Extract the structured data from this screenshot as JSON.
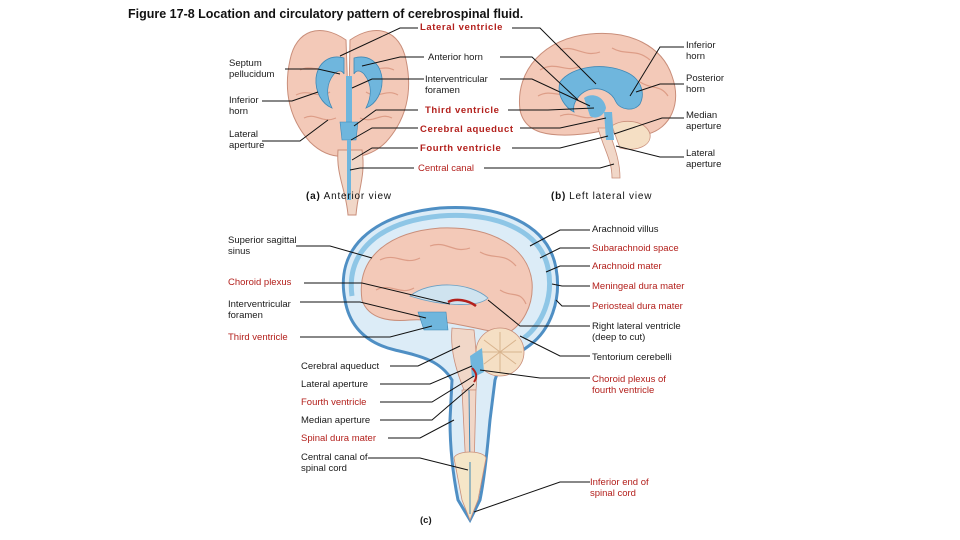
{
  "figure": {
    "title": "Figure 17-8  Location and circulatory pattern of cerebrospinal fluid."
  },
  "panel_a": {
    "letter": "(a)",
    "caption": "Anterior view",
    "labels": {
      "lateral_ventricle": "Lateral ventricle",
      "septum_pellucidum": "Septum pellucidum",
      "anterior_horn": "Anterior horn",
      "interventricular_foramen": "Interventricular foramen",
      "inferior_horn": "Inferior horn",
      "third_ventricle": "Third ventricle",
      "lateral_aperture": "Lateral aperture",
      "cerebral_aqueduct": "Cerebral aqueduct",
      "fourth_ventricle": "Fourth ventricle",
      "central_canal": "Central canal"
    }
  },
  "panel_b": {
    "letter": "(b)",
    "caption": "Left lateral view",
    "labels": {
      "inferior_horn": "Inferior horn",
      "posterior_horn": "Posterior horn",
      "median_aperture": "Median aperture",
      "lateral_aperture": "Lateral aperture"
    }
  },
  "panel_c": {
    "letter": "(c)",
    "labels": {
      "superior_sagittal_sinus": "Superior sagittal sinus",
      "choroid_plexus": "Choroid plexus",
      "interventricular_foramen": "Interventricular foramen",
      "third_ventricle": "Third ventricle",
      "cerebral_aqueduct": "Cerebral aqueduct",
      "lateral_aperture": "Lateral aperture",
      "fourth_ventricle": "Fourth ventricle",
      "median_aperture": "Median aperture",
      "spinal_dura_mater": "Spinal dura mater",
      "central_canal_spinal_cord": "Central canal of spinal cord",
      "arachnoid_villus": "Arachnoid villus",
      "subarachnoid_space": "Subarachnoid space",
      "arachnoid_mater": "Arachnoid mater",
      "meningeal_dura_mater": "Meningeal dura mater",
      "periosteal_dura_mater": "Periosteal dura mater",
      "right_lateral_ventricle": "Right lateral ventricle (deep to cut)",
      "tentorium_cerebelli": "Tentorium cerebelli",
      "choroid_plexus_fourth": "Choroid plexus of fourth ventricle",
      "inferior_end_spinal_cord": "Inferior end of spinal cord"
    }
  },
  "colors": {
    "csf_blue": "#6fb6dd",
    "brain_pink": "#f3c9b8",
    "brain_shadow": "#dd9d87",
    "label_red": "#b3201c",
    "leader_line": "#111111",
    "cerebellum": "#f5dfc4",
    "dura_blue": "#4f8fc4"
  }
}
